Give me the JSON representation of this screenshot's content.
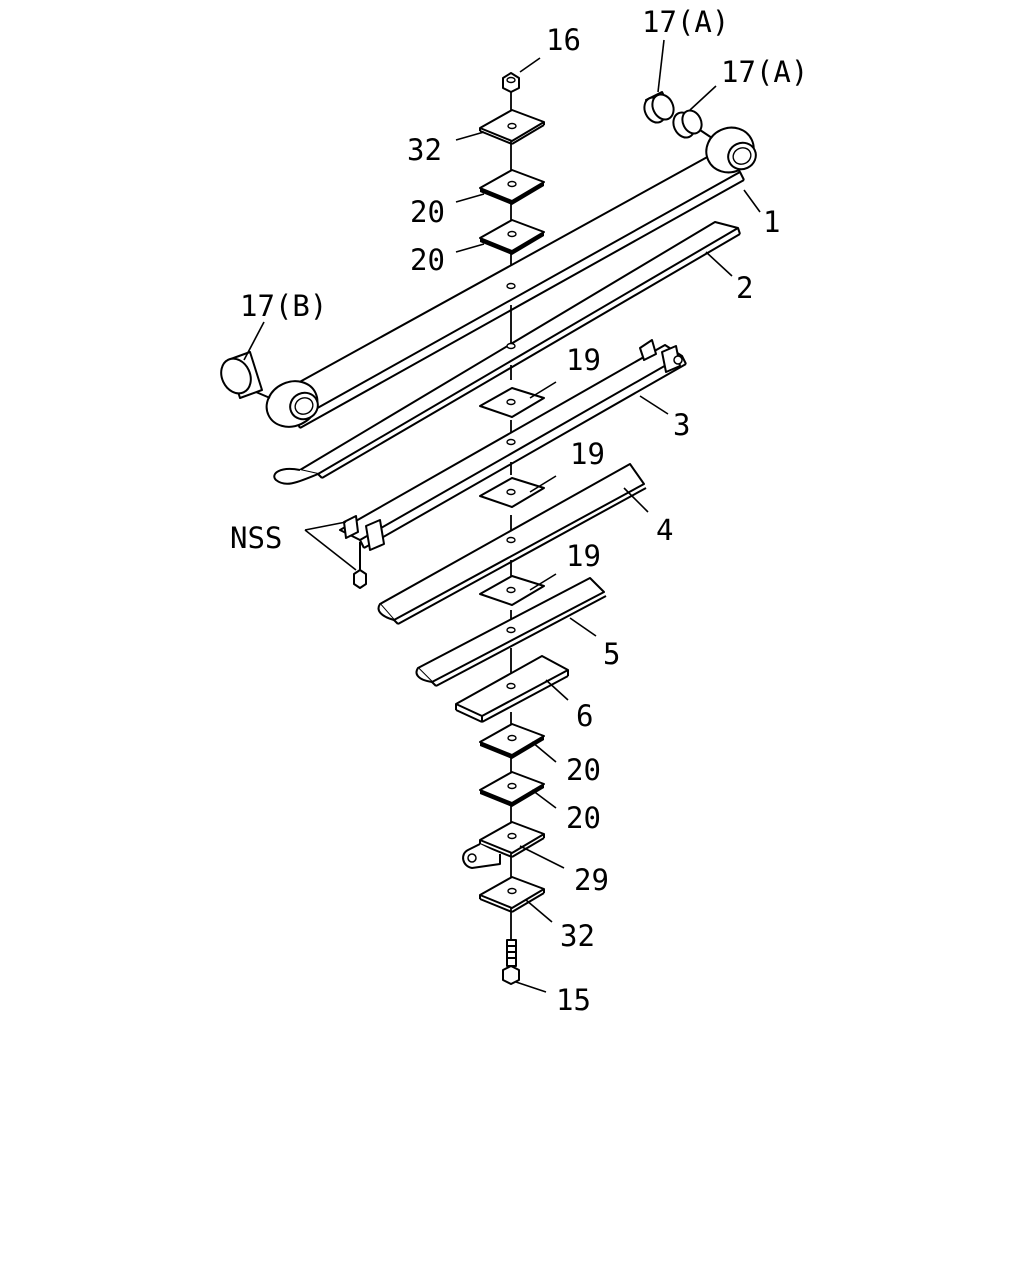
{
  "diagram": {
    "labels": {
      "p16": "16",
      "p32_top": "32",
      "p20_a": "20",
      "p20_b": "20",
      "p17a_1": "17(A)",
      "p17a_2": "17(A)",
      "p1": "1",
      "p2": "2",
      "p17b": "17(B)",
      "p19_a": "19",
      "p3": "3",
      "p19_b": "19",
      "nss": "NSS",
      "p4": "4",
      "p19_c": "19",
      "p5": "5",
      "p6": "6",
      "p20_c": "20",
      "p20_d": "20",
      "p29": "29",
      "p32_bottom": "32",
      "p15": "15"
    }
  }
}
